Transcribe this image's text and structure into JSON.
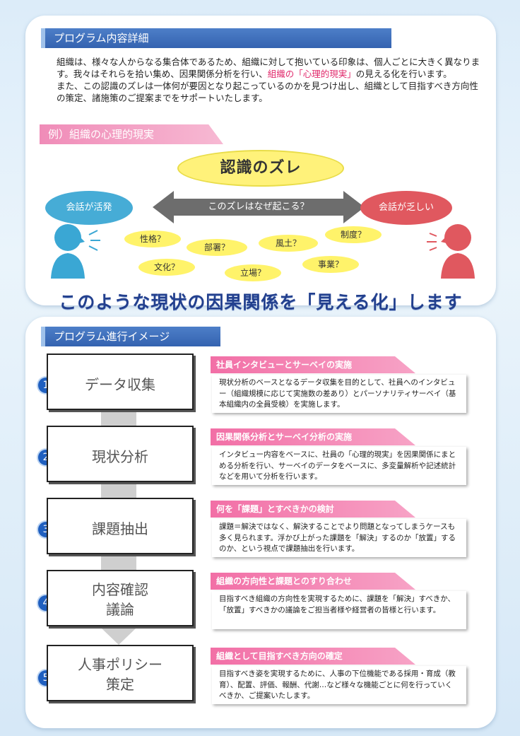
{
  "section1": {
    "header": "プログラム内容詳細",
    "intro_p1_a": "組織は、様々な人からなる集合体であるため、組織に対して抱いている印象は、個人ごとに大きく異なります。我々はそれらを拾い集め、因果関係分析を行い、",
    "intro_p1_highlight": "組織の「心理的現実」",
    "intro_p1_b": "の見える化を行います。",
    "intro_p2": "また、この認識のズレは一体何が要因となり起こっているのかを見つけ出し、組織として目指すべき方向性の策定、諸施策のご提案までをサポートいたします。",
    "example_tab": "例）組織の心理的現実",
    "diagram": {
      "center": "認識のズレ",
      "left": "会話が活発",
      "right": "会話が乏しい",
      "question": "このズレはなぜ起こる？",
      "tags": [
        "性格？",
        "部署？",
        "風土？",
        "制度？",
        "文化？",
        "立場？",
        "事業？"
      ]
    },
    "tagline": "このような現状の因果関係を「見える化」します"
  },
  "section2": {
    "header": "プログラム進行イメージ",
    "steps": [
      {
        "num": "1",
        "label_line1": "データ収集",
        "label_line2": "",
        "title": "社員インタビューとサーベイの実施",
        "body": "現状分析のベースとなるデータ収集を目的として、社員へのインタビュー（組織規模に応じて実施数の差あり）とパーソナリティサーベイ（基本組織内の全員受検）を実施します。"
      },
      {
        "num": "2",
        "label_line1": "現状分析",
        "label_line2": "",
        "title": "因果関係分析とサーベイ分析の実施",
        "body": "インタビュー内容をベースに、社員の「心理的現実」を因果関係にまとめる分析を行い、サーベイのデータをベースに、多変量解析や記述統計などを用いて分析を行います。"
      },
      {
        "num": "3",
        "label_line1": "課題抽出",
        "label_line2": "",
        "title": "何を「課題」とすべきかの検討",
        "body": "課題＝解決ではなく、解決することでより問題となってしまうケースも多く見られます。浮かび上がった課題を「解決」するのか「放置」するのか、という視点で課題抽出を行います。"
      },
      {
        "num": "4",
        "label_line1": "内容確認",
        "label_line2": "議論",
        "title": "組織の方向性と課題とのすり合わせ",
        "body": "目指すべき組織の方向性を実現するために、課題を「解決」すべきか、「放置」すべきかの議論をご担当者様や経営者の皆様と行います。"
      },
      {
        "num": "5",
        "label_line1": "人事ポリシー",
        "label_line2": "策定",
        "title": "組織として目指すべき方向の確定",
        "body": "目指すべき姿を実現するために、人事の下位機能である採用・育成（教育）、配置、評価、報酬、代謝…など様々な機能ごとに何を行っていくべきか、ご提案いたします。"
      }
    ]
  },
  "colors": {
    "header_blue": "#3463b0",
    "pink": "#f26fa6",
    "step_number_blue": "#1f5fbf",
    "tagline_navy": "#23408e",
    "speaker_left": "#3aa7d4",
    "speaker_right": "#e0585f",
    "tag_yellow": "#fff36a"
  },
  "icons": [
    "speaking-person-left-icon",
    "speaking-person-right-icon",
    "double-arrow-icon"
  ]
}
